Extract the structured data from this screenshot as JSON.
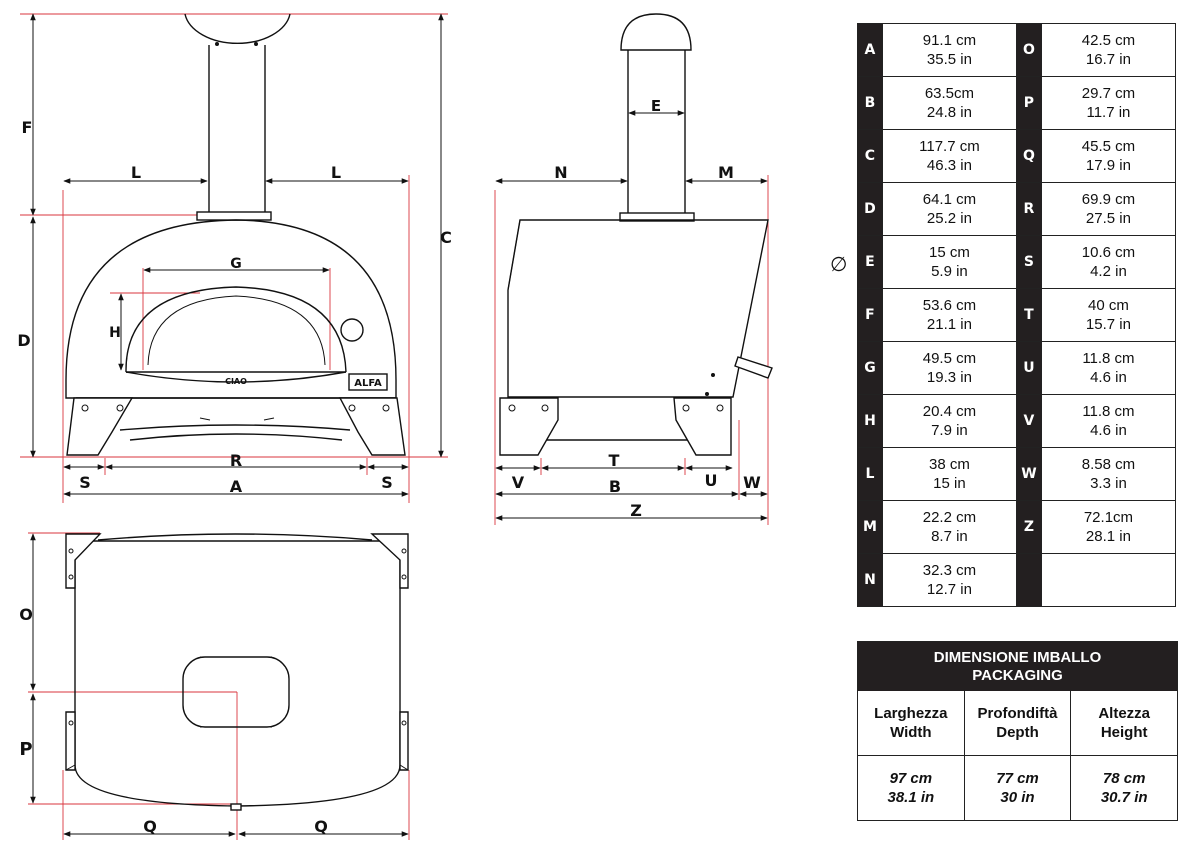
{
  "drawing": {
    "front_view": {
      "labels": {
        "F": "F",
        "D": "D",
        "C": "C",
        "L": "L",
        "G": "G",
        "H": "H",
        "R": "R",
        "A": "A",
        "S": "S"
      },
      "oven_brand": "ALFA",
      "oven_model": "CIAO"
    },
    "side_view": {
      "labels": {
        "E": "E",
        "N": "N",
        "M": "M",
        "T": "T",
        "B": "B",
        "V": "V",
        "U": "U",
        "W": "W",
        "Z": "Z"
      }
    },
    "top_view": {
      "labels": {
        "O": "O",
        "P": "P",
        "Q": "Q"
      }
    }
  },
  "diameter_symbol": "∅",
  "dimensions": {
    "rows": [
      {
        "left": {
          "key": "A",
          "cm": "91.1 cm",
          "in": "35.5 in"
        },
        "right": {
          "key": "O",
          "cm": "42.5 cm",
          "in": "16.7 in"
        }
      },
      {
        "left": {
          "key": "B",
          "cm": "63.5cm",
          "in": "24.8 in"
        },
        "right": {
          "key": "P",
          "cm": "29.7 cm",
          "in": "11.7 in"
        }
      },
      {
        "left": {
          "key": "C",
          "cm": "117.7 cm",
          "in": "46.3 in"
        },
        "right": {
          "key": "Q",
          "cm": "45.5 cm",
          "in": "17.9 in"
        }
      },
      {
        "left": {
          "key": "D",
          "cm": "64.1 cm",
          "in": "25.2 in"
        },
        "right": {
          "key": "R",
          "cm": "69.9 cm",
          "in": "27.5 in"
        }
      },
      {
        "left": {
          "key": "E",
          "cm": "15 cm",
          "in": "5.9 in"
        },
        "right": {
          "key": "S",
          "cm": "10.6 cm",
          "in": "4.2 in"
        }
      },
      {
        "left": {
          "key": "F",
          "cm": "53.6 cm",
          "in": "21.1 in"
        },
        "right": {
          "key": "T",
          "cm": "40 cm",
          "in": "15.7 in"
        }
      },
      {
        "left": {
          "key": "G",
          "cm": "49.5 cm",
          "in": "19.3 in"
        },
        "right": {
          "key": "U",
          "cm": "11.8 cm",
          "in": "4.6 in"
        }
      },
      {
        "left": {
          "key": "H",
          "cm": "20.4 cm",
          "in": "7.9 in"
        },
        "right": {
          "key": "V",
          "cm": "11.8 cm",
          "in": "4.6 in"
        }
      },
      {
        "left": {
          "key": "L",
          "cm": "38 cm",
          "in": "15 in"
        },
        "right": {
          "key": "W",
          "cm": "8.58 cm",
          "in": "3.3 in"
        }
      },
      {
        "left": {
          "key": "M",
          "cm": "22.2 cm",
          "in": "8.7 in"
        },
        "right": {
          "key": "Z",
          "cm": "72.1cm",
          "in": "28.1 in"
        }
      },
      {
        "left": {
          "key": "N",
          "cm": "32.3 cm",
          "in": "12.7 in"
        },
        "right": {
          "key": "",
          "cm": "",
          "in": ""
        }
      }
    ]
  },
  "packaging": {
    "title_it": "DIMENSIONE IMBALLO",
    "title_en": "PACKAGING",
    "columns": [
      {
        "label_it": "Larghezza",
        "label_en": "Width",
        "cm": "97 cm",
        "in": "38.1 in"
      },
      {
        "label_it": "Profondiftà",
        "label_en": "Depth",
        "cm": "77 cm",
        "in": "30 in"
      },
      {
        "label_it": "Altezza",
        "label_en": "Height",
        "cm": "78 cm",
        "in": "30.7 in"
      }
    ]
  }
}
